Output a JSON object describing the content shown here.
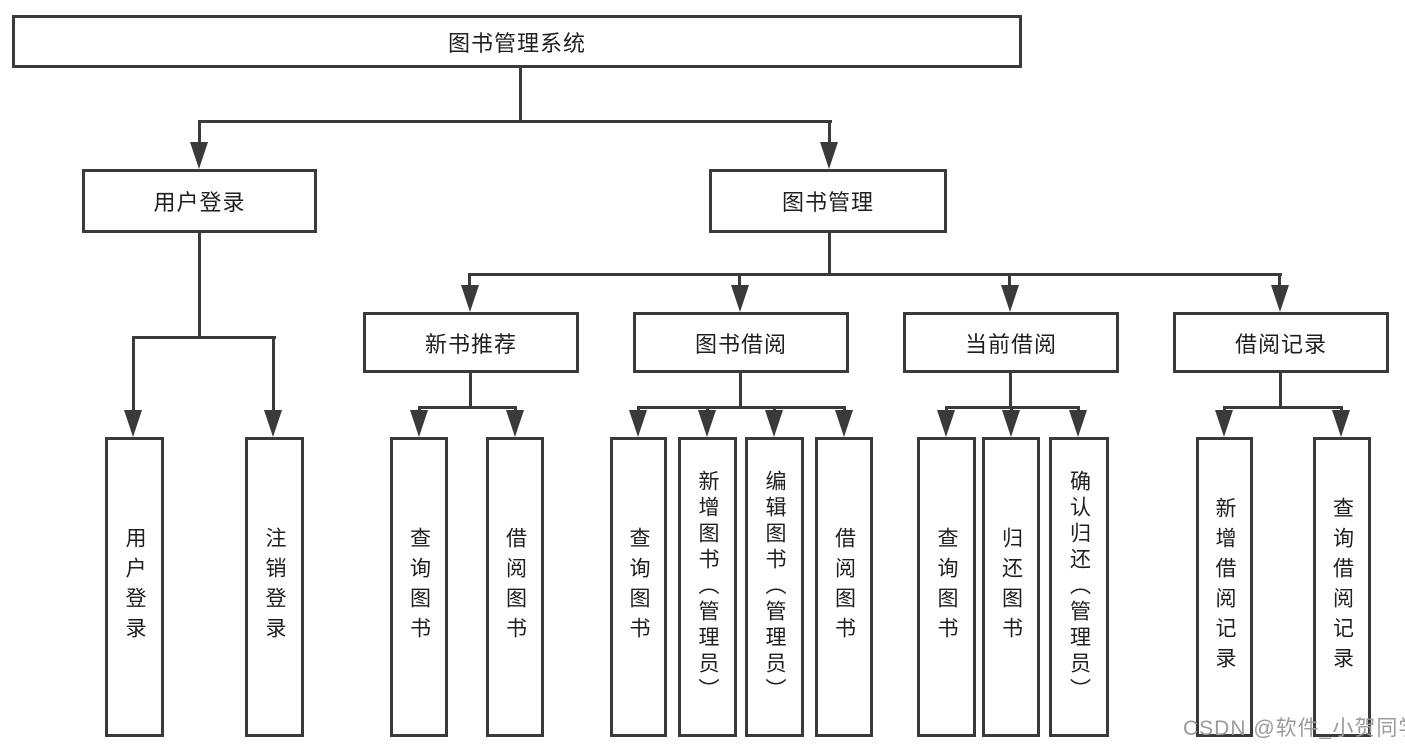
{
  "tree": {
    "label": "图书管理系统",
    "children": [
      {
        "label": "用户登录",
        "children": [
          {
            "label": "用户登录"
          },
          {
            "label": "注销登录"
          }
        ]
      },
      {
        "label": "图书管理",
        "children": [
          {
            "label": "新书推荐",
            "children": [
              {
                "label": "查询图书"
              },
              {
                "label": "借阅图书"
              }
            ]
          },
          {
            "label": "图书借阅",
            "children": [
              {
                "label": "查询图书"
              },
              {
                "label": "新增图书（管理员）"
              },
              {
                "label": "编辑图书（管理员）"
              },
              {
                "label": "借阅图书"
              }
            ]
          },
          {
            "label": "当前借阅",
            "children": [
              {
                "label": "查询图书"
              },
              {
                "label": "归还图书"
              },
              {
                "label": "确认归还（管理员）"
              }
            ]
          },
          {
            "label": "借阅记录",
            "children": [
              {
                "label": "新增借阅记录"
              },
              {
                "label": "查询借阅记录"
              }
            ]
          }
        ]
      }
    ]
  },
  "watermark": {
    "text": "CSDN @软件_小贺同学"
  },
  "colors": {
    "stroke": "#3a3a3a",
    "text": "#1f1f1f",
    "watermark": "#9b9b9b",
    "background": "#ffffff"
  }
}
